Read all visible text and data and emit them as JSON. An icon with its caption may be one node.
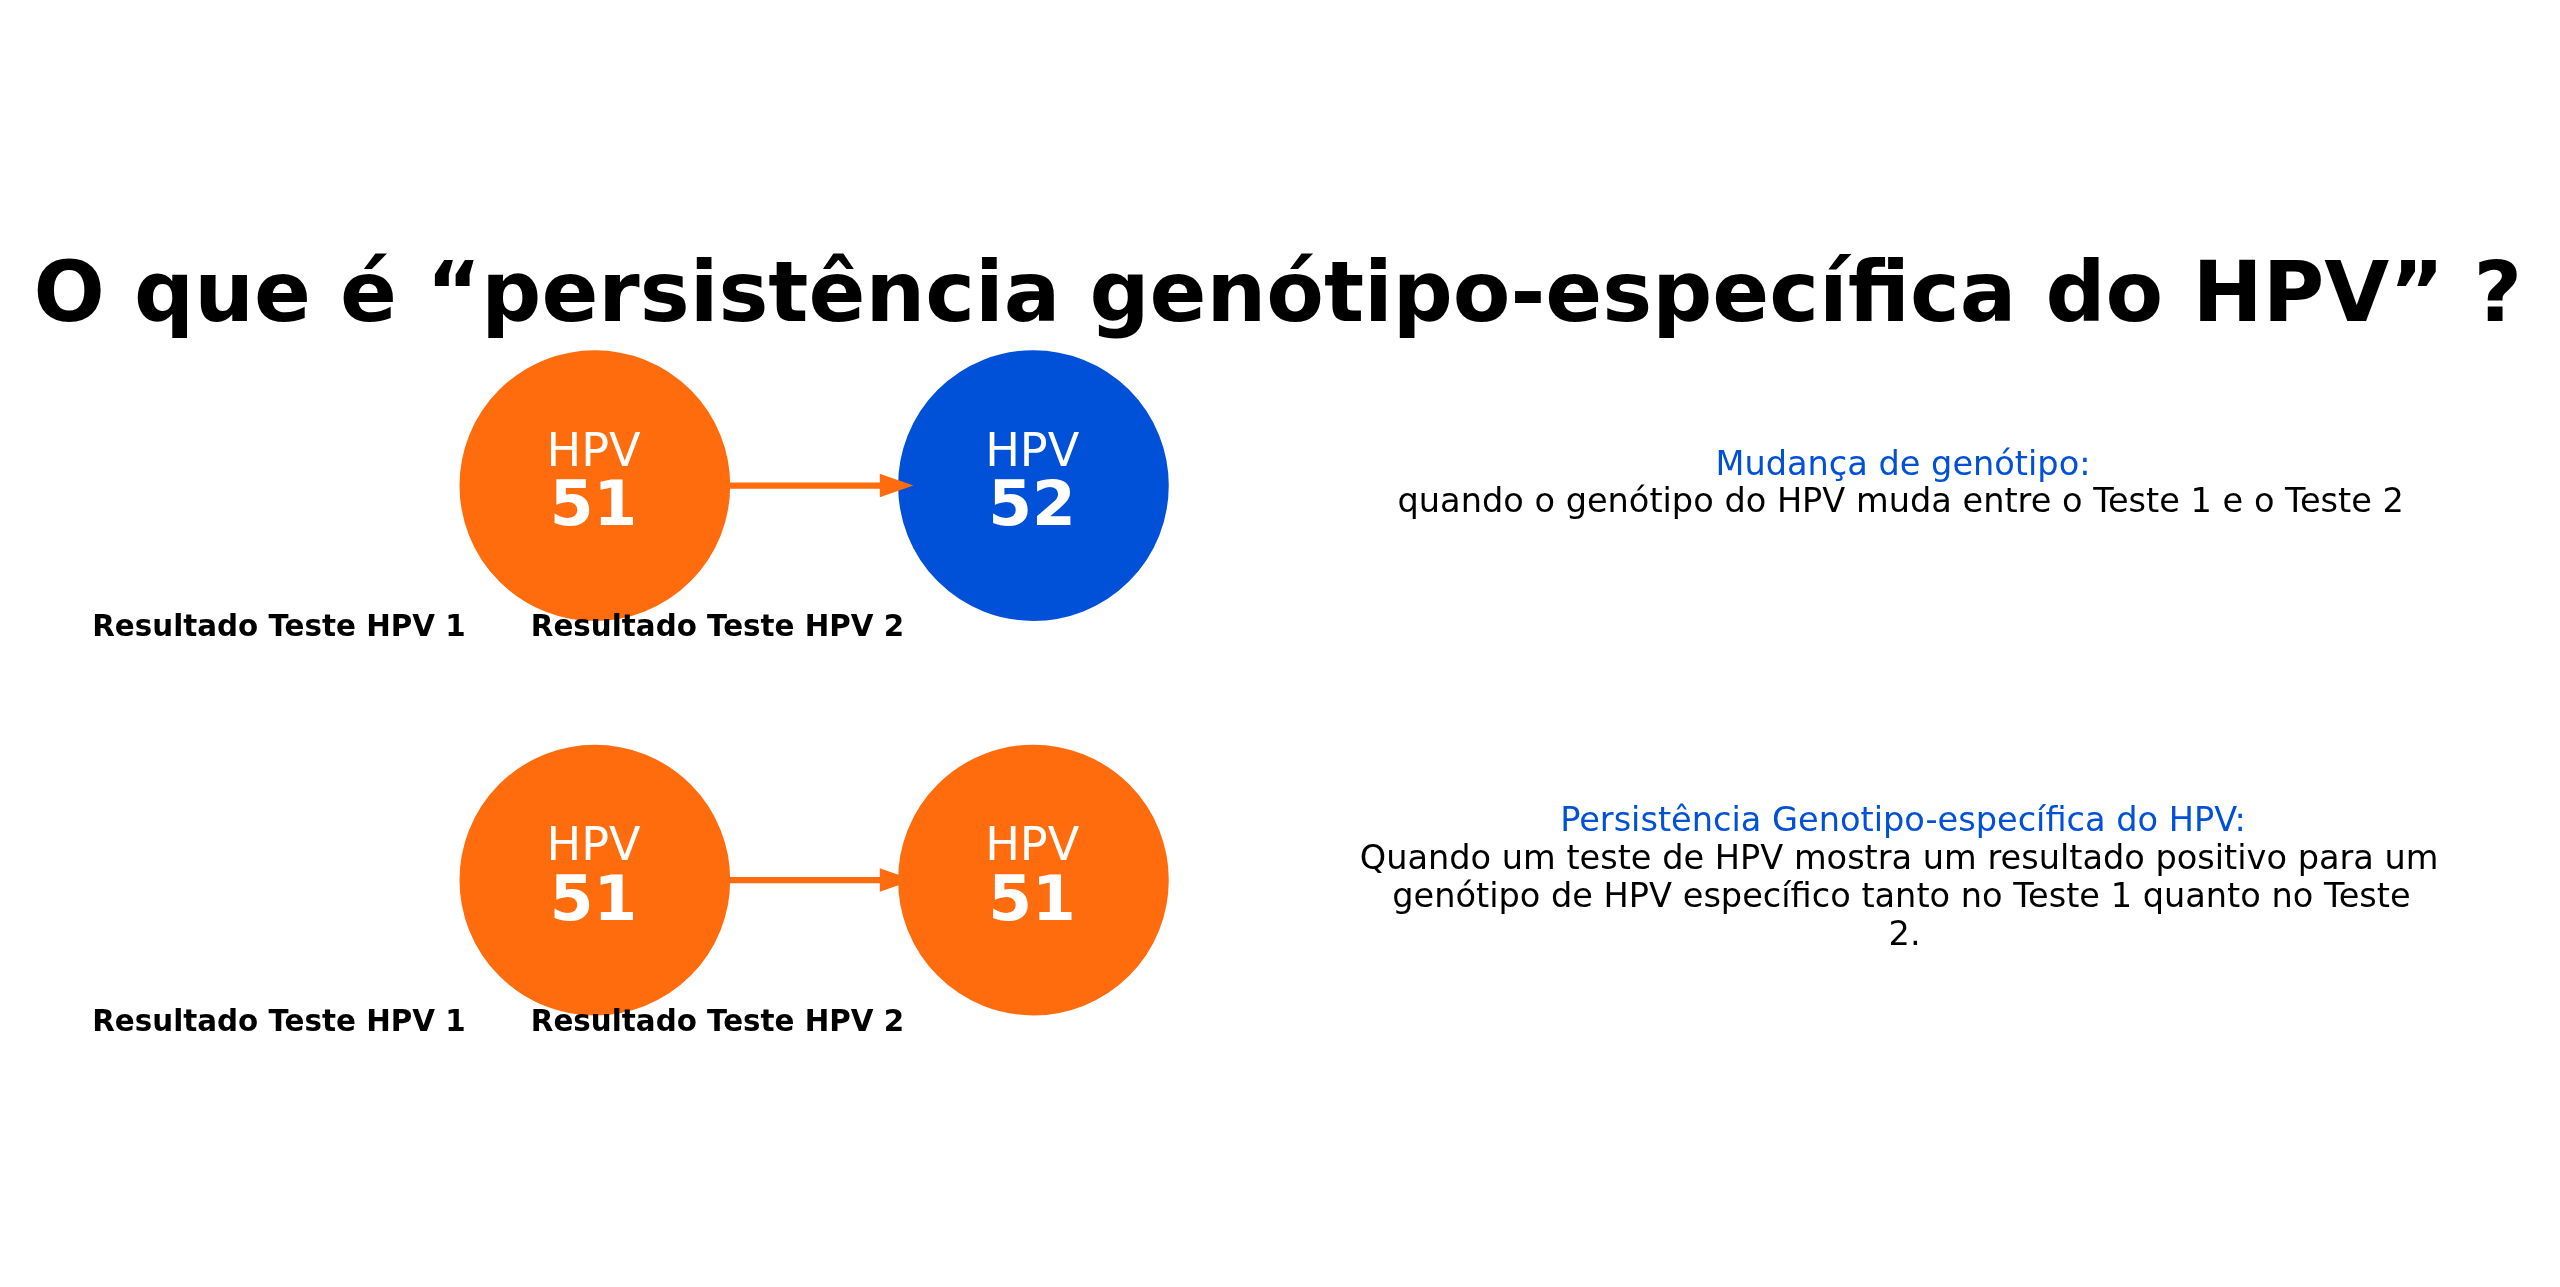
{
  "diagram": {
    "title": "O que é “persistência genótipo-específica do HPV” ?",
    "nodes": [
      {
        "text": [
          "HPV",
          "51"
        ],
        "beside": [
          "Resultado Teste HPV 1"
        ]
      },
      {
        "text": [
          "HPV",
          "51"
        ],
        "beside": [
          "Resultado Teste HPV 2"
        ]
      },
      {
        "text": [
          "HPV",
          "51"
        ],
        "beside": [
          "Resultado Teste HPV 1"
        ]
      },
      {
        "text": [
          "HPV",
          "52"
        ],
        "beside": [
          "Resultado Teste HPV 2"
        ]
      }
    ],
    "edges": [
      {
        "from": 0,
        "to": 1,
        "arrow": "to"
      },
      {
        "from": 2,
        "to": 3,
        "arrow": "to"
      }
    ],
    "labels": [
      "Persistência Genotipo-específica do HPV:",
      "Quando um teste de HPV mostra um resultado positivo para um genótipo de HPV específico tanto no Teste 1 quanto no Teste 2.",
      "Mudança de genótipo:",
      "quando o genótipo do HPV muda entre o Teste 1 e o Teste 2"
    ]
  }
}
